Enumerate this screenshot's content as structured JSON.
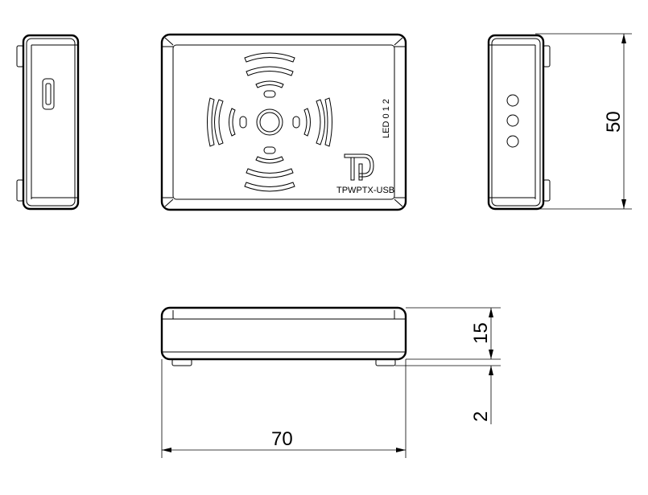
{
  "dimensions": {
    "width": "70",
    "height": "50",
    "depth": "15",
    "feet": "2"
  },
  "device": {
    "model": "TPWPTX-USB",
    "led_label": "LED 0 1 2",
    "logo": "TP-logo"
  }
}
